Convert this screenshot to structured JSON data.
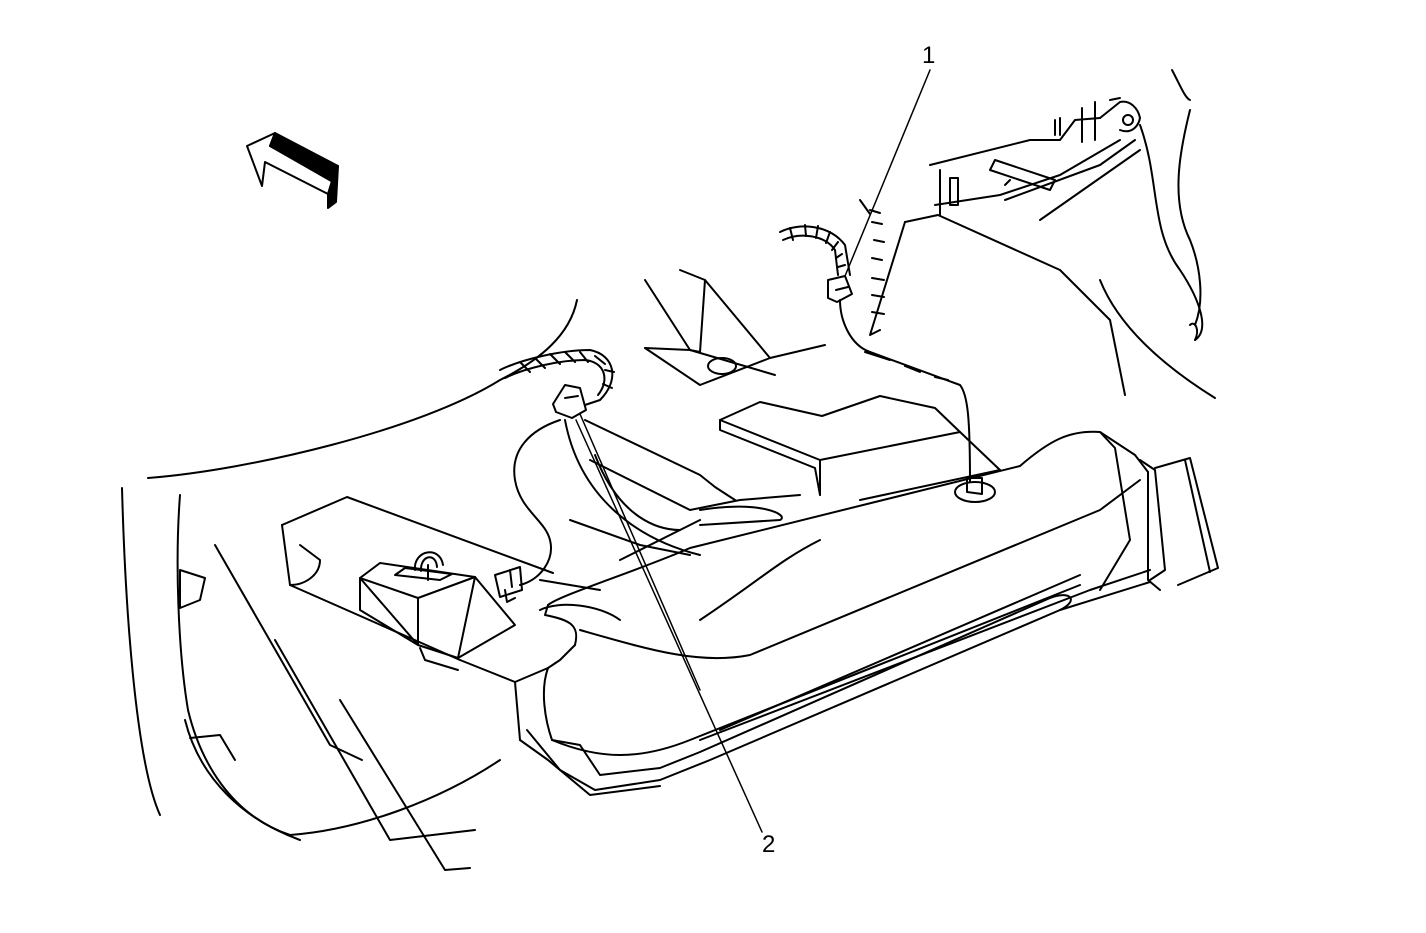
{
  "diagram": {
    "callouts": [
      {
        "id": "1",
        "label": "1"
      },
      {
        "id": "2",
        "label": "2"
      }
    ],
    "colors": {
      "line": "#000000",
      "background": "#ffffff"
    },
    "icons": [
      "direction-arrow-icon"
    ]
  }
}
